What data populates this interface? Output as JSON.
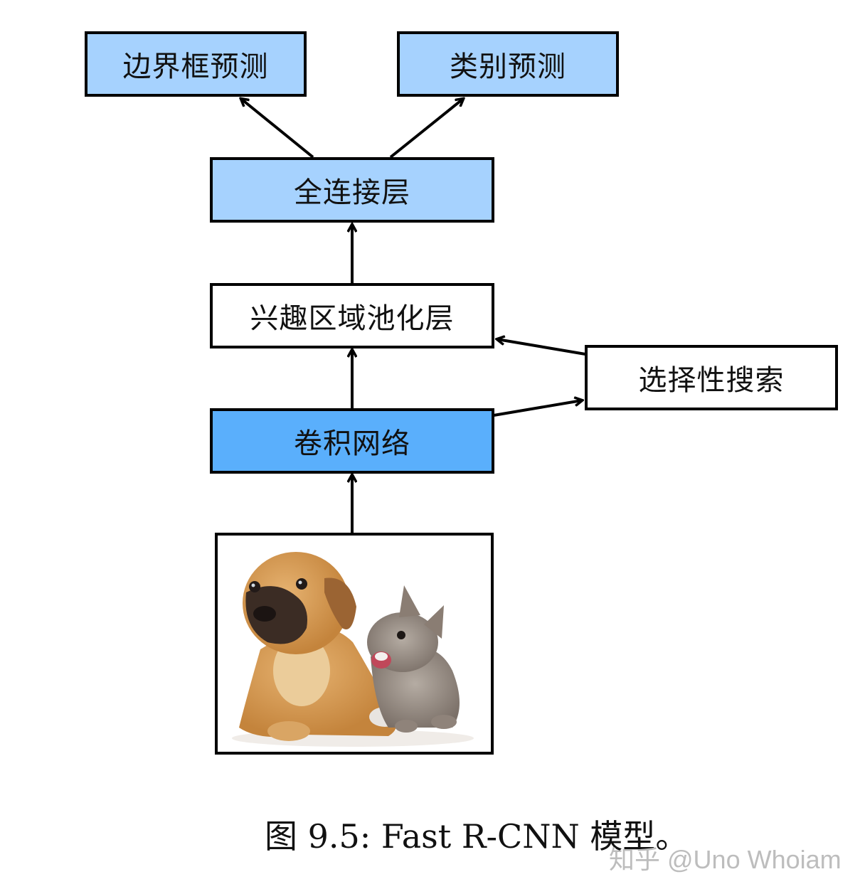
{
  "diagram": {
    "title": "Fast R-CNN model",
    "nodes": {
      "bbox_pred": {
        "label": "边界框预测",
        "fill": "#a6d2fe"
      },
      "class_pred": {
        "label": "类别预测",
        "fill": "#a6d2fe"
      },
      "fc_layer": {
        "label": "全连接层",
        "fill": "#a6d2fe"
      },
      "roi_pooling": {
        "label": "兴趣区域池化层",
        "fill": "#ffffff"
      },
      "selective_search": {
        "label": "选择性搜索",
        "fill": "#ffffff"
      },
      "cnn": {
        "label": "卷积网络",
        "fill": "#5aaffc"
      },
      "input_image": {
        "label": "input image (puppy and kitten)"
      }
    },
    "edges": [
      {
        "from": "input_image",
        "to": "cnn"
      },
      {
        "from": "cnn",
        "to": "roi_pooling"
      },
      {
        "from": "cnn",
        "to": "selective_search"
      },
      {
        "from": "selective_search",
        "to": "roi_pooling"
      },
      {
        "from": "roi_pooling",
        "to": "fc_layer"
      },
      {
        "from": "fc_layer",
        "to": "bbox_pred"
      },
      {
        "from": "fc_layer",
        "to": "class_pred"
      }
    ]
  },
  "caption": "图 9.5: Fast R-CNN 模型。",
  "watermark": "知乎 @Uno Whoiam"
}
